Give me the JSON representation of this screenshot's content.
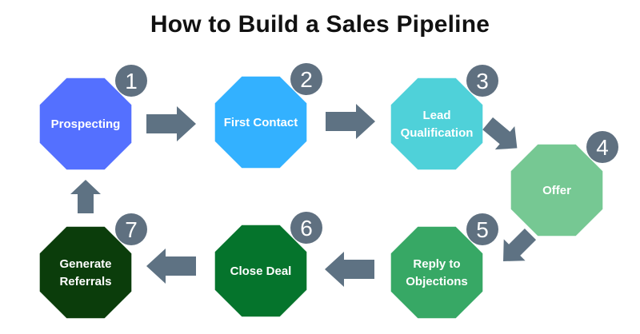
{
  "title": "How to Build a Sales Pipeline",
  "colors": {
    "arrow": "#5e7283",
    "badge": "#5f7080",
    "label_text": "#ffffff"
  },
  "steps": [
    {
      "number": "1",
      "lines": [
        "Prospecting"
      ],
      "color": "#5470ff"
    },
    {
      "number": "2",
      "lines": [
        "First Contact"
      ],
      "color": "#33b1ff"
    },
    {
      "number": "3",
      "lines": [
        "Lead",
        "Qualification"
      ],
      "color": "#4fd1d9"
    },
    {
      "number": "4",
      "lines": [
        "Offer"
      ],
      "color": "#76c893"
    },
    {
      "number": "5",
      "lines": [
        "Reply to",
        "Objections"
      ],
      "color": "#37a865"
    },
    {
      "number": "6",
      "lines": [
        "Close Deal"
      ],
      "color": "#05742c"
    },
    {
      "number": "7",
      "lines": [
        "Generate",
        "Referrals"
      ],
      "color": "#0b3d0b"
    }
  ]
}
